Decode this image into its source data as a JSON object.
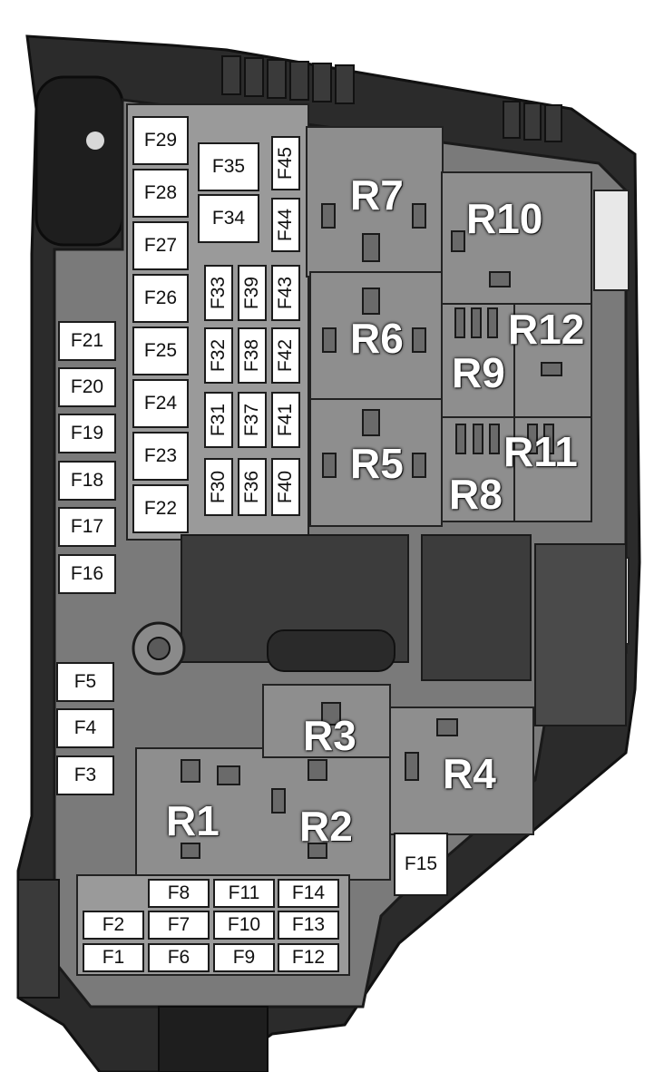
{
  "colors": {
    "housing_dark": "#2b2b2b",
    "housing_mid": "#6e6e6e",
    "panel": "#8a8a8a",
    "panel_light": "#9c9c9c",
    "fuse_fill": "#ffffff",
    "label_text": "#ffffff"
  },
  "fuses": {
    "F1": "F1",
    "F2": "F2",
    "F3": "F3",
    "F4": "F4",
    "F5": "F5",
    "F6": "F6",
    "F7": "F7",
    "F8": "F8",
    "F9": "F9",
    "F10": "F10",
    "F11": "F11",
    "F12": "F12",
    "F13": "F13",
    "F14": "F14",
    "F15": "F15",
    "F16": "F16",
    "F17": "F17",
    "F18": "F18",
    "F19": "F19",
    "F20": "F20",
    "F21": "F21",
    "F22": "F22",
    "F23": "F23",
    "F24": "F24",
    "F25": "F25",
    "F26": "F26",
    "F27": "F27",
    "F28": "F28",
    "F29": "F29",
    "F30": "F30",
    "F31": "F31",
    "F32": "F32",
    "F33": "F33",
    "F34": "F34",
    "F35": "F35",
    "F36": "F36",
    "F37": "F37",
    "F38": "F38",
    "F39": "F39",
    "F40": "F40",
    "F41": "F41",
    "F42": "F42",
    "F43": "F43",
    "F44": "F44",
    "F45": "F45"
  },
  "relays": {
    "R1": "R1",
    "R2": "R2",
    "R3": "R3",
    "R4": "R4",
    "R5": "R5",
    "R6": "R6",
    "R7": "R7",
    "R8": "R8",
    "R9": "R9",
    "R10": "R10",
    "R11": "R11",
    "R12": "R12"
  }
}
